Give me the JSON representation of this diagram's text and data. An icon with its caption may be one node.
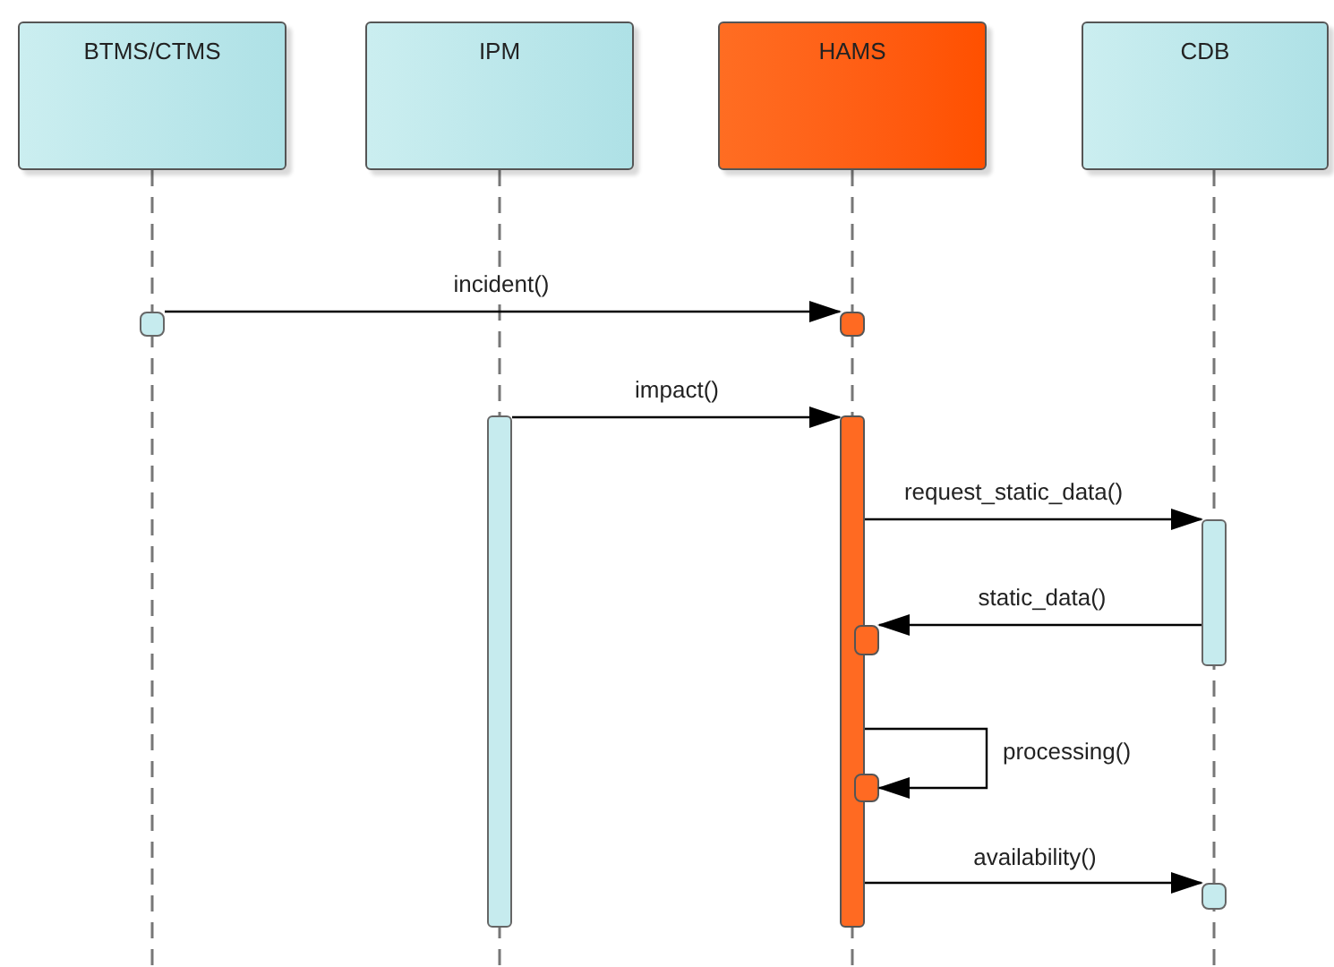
{
  "diagram": {
    "nodes": [
      {
        "text": [
          "BTMS/CTMS"
        ]
      },
      {
        "text": [
          "IPM"
        ]
      },
      {
        "text": [
          "HAMS"
        ]
      },
      {
        "text": [
          "CDB"
        ]
      },
      {
        "text": [],
        "shape": "box"
      },
      {
        "text": [],
        "shape": "box"
      },
      {
        "text": [],
        "shape": "bar"
      },
      {
        "text": [],
        "shape": "bar"
      },
      {
        "text": [],
        "shape": "bar"
      },
      {
        "text": [],
        "shape": "box"
      },
      {
        "text": [],
        "shape": "box"
      },
      {
        "text": [],
        "shape": "box"
      }
    ],
    "edges": [
      {
        "from": 4,
        "to": 5,
        "arrow": "to",
        "label": "incident()"
      },
      {
        "from": 6,
        "to": 7,
        "arrow": "to",
        "label": "impact()"
      },
      {
        "from": 7,
        "to": 8,
        "arrow": "to",
        "label": "request_static_data()"
      },
      {
        "from": 8,
        "to": 9,
        "arrow": "to",
        "label": "static_data()"
      },
      {
        "from": 7,
        "to": 10,
        "arrow": "to",
        "label": "processing()"
      },
      {
        "from": 7,
        "to": 11,
        "arrow": "to",
        "label": "availability()"
      }
    ]
  }
}
